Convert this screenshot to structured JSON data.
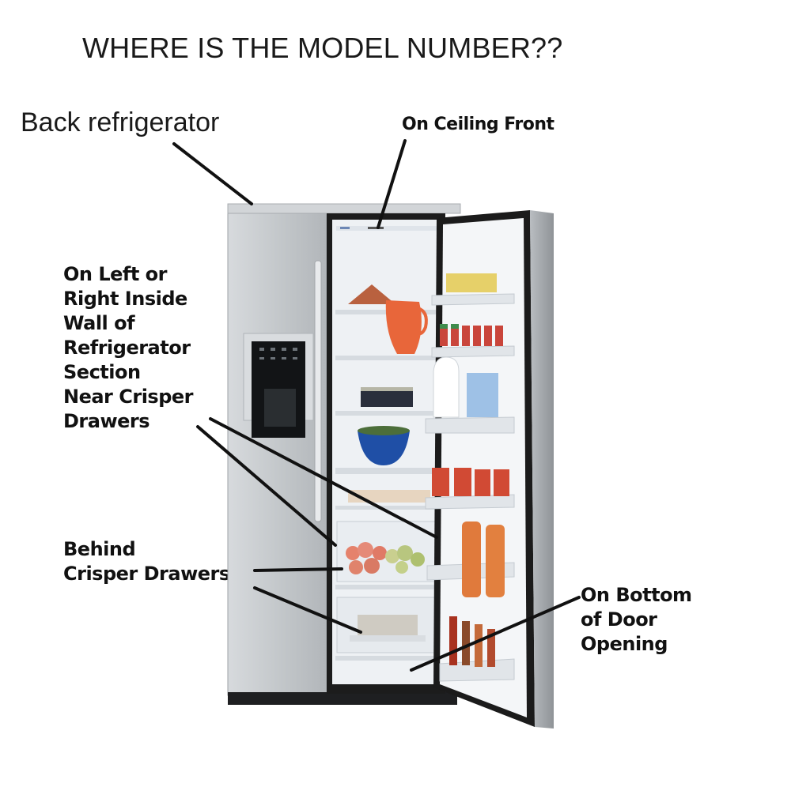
{
  "title": "WHERE IS THE MODEL NUMBER??",
  "labels": {
    "back": "Back refrigerator",
    "ceiling": "On Ceiling Front",
    "wall": [
      "On Left or",
      "Right Inside",
      "Wall of",
      "Refrigerator",
      "Section",
      "Near Crisper",
      "Drawers"
    ],
    "behind": [
      "Behind",
      "Crisper Drawers"
    ],
    "bottom": [
      "On Bottom",
      "of Door",
      "Opening"
    ]
  },
  "colors": {
    "steel": "#c9cccf",
    "steel_dark": "#9da1a5",
    "interior": "#f2f4f6",
    "gasket": "#1c1c1c",
    "pitcher": "#e8663a",
    "bowl": "#1f4fa6",
    "sauce": "#e07a3c"
  }
}
